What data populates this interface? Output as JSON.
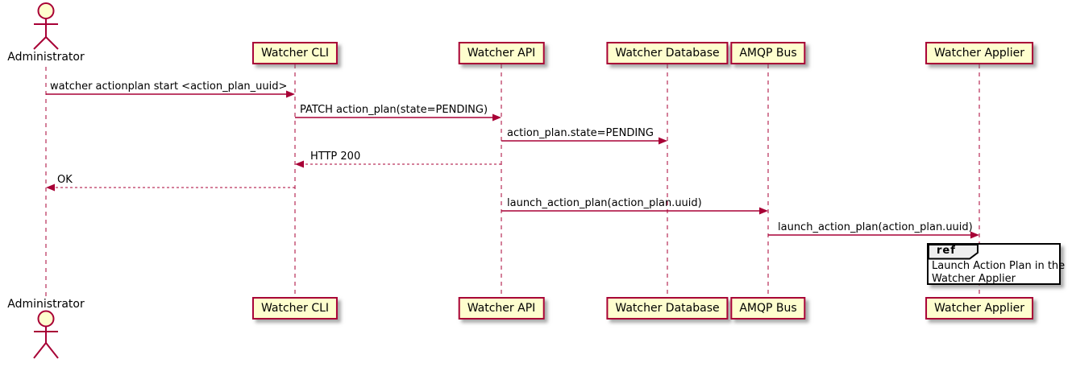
{
  "diagram": {
    "type": "uml-sequence-diagram",
    "actor": {
      "name": "Administrator"
    },
    "participants": [
      {
        "name": "Watcher CLI"
      },
      {
        "name": "Watcher API"
      },
      {
        "name": "Watcher Database"
      },
      {
        "name": "AMQP Bus"
      },
      {
        "name": "Watcher Applier"
      }
    ],
    "messages": [
      {
        "from": "Administrator",
        "to": "Watcher CLI",
        "text": "watcher actionplan start <action_plan_uuid>",
        "line": "solid"
      },
      {
        "from": "Watcher CLI",
        "to": "Watcher API",
        "text": "PATCH action_plan(state=PENDING)",
        "line": "solid"
      },
      {
        "from": "Watcher API",
        "to": "Watcher Database",
        "text": "action_plan.state=PENDING",
        "line": "solid"
      },
      {
        "from": "Watcher API",
        "to": "Watcher CLI",
        "text": "HTTP 200",
        "line": "dashed"
      },
      {
        "from": "Watcher CLI",
        "to": "Administrator",
        "text": "OK",
        "line": "dashed"
      },
      {
        "from": "Watcher API",
        "to": "AMQP Bus",
        "text": "launch_action_plan(action_plan.uuid)",
        "line": "solid"
      },
      {
        "from": "AMQP Bus",
        "to": "Watcher Applier",
        "text": "launch_action_plan(action_plan.uuid)",
        "line": "solid"
      }
    ],
    "ref": {
      "keyword": "ref",
      "lines": [
        "Launch Action Plan in the",
        "Watcher Applier"
      ],
      "over": "Watcher Applier"
    },
    "colors": {
      "box_fill": "#FEFECE",
      "stroke": "#A80036",
      "text": "#000000",
      "ref_border": "#000000",
      "ref_tab_fill": "#EEEEEE",
      "background": "#FFFFFF"
    }
  }
}
